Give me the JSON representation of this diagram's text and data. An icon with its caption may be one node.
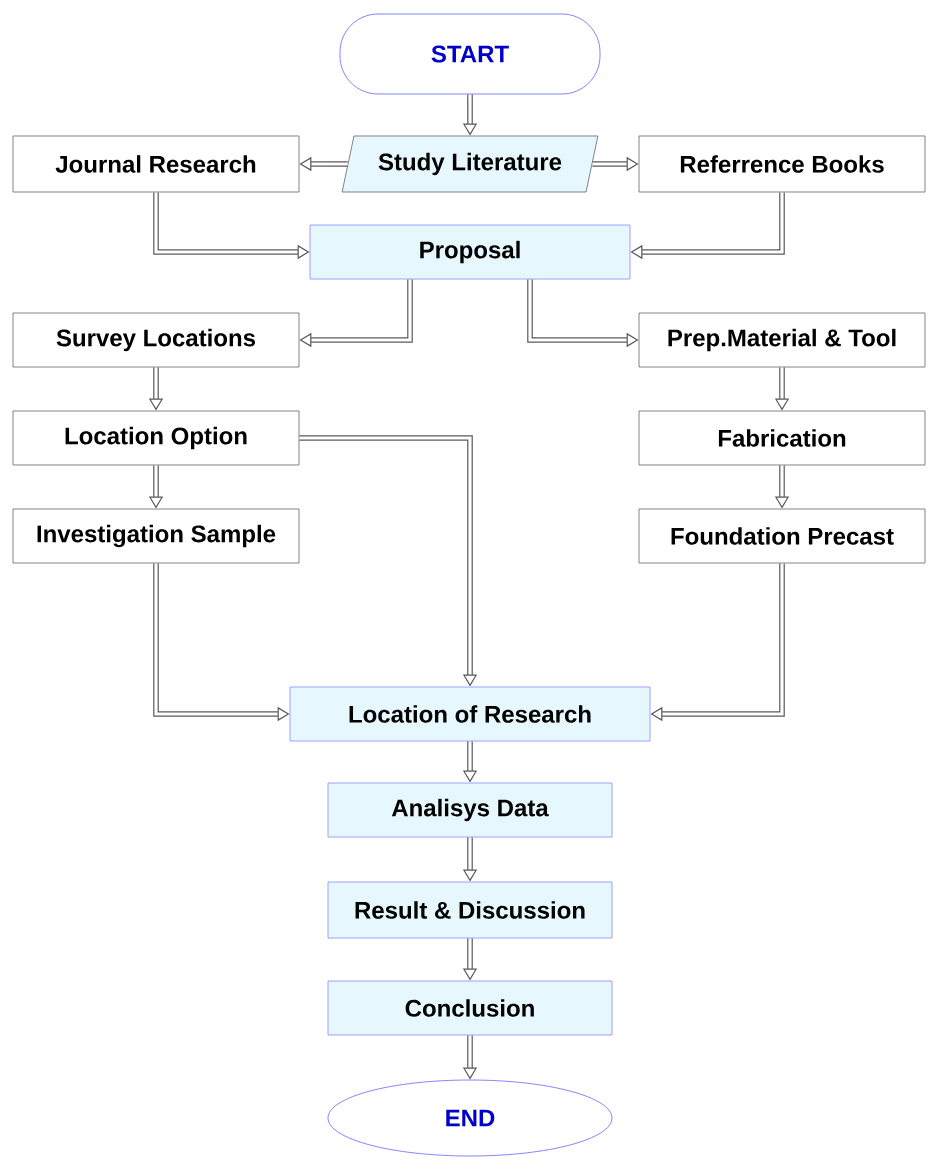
{
  "diagram": {
    "nodes": [
      {
        "text": [
          "START"
        ]
      },
      {
        "text": [
          "Study Literature"
        ]
      },
      {
        "text": [
          "Journal Research"
        ]
      },
      {
        "text": [
          "Referrence Books"
        ]
      },
      {
        "text": [
          "Proposal"
        ]
      },
      {
        "text": [
          "Survey Locations"
        ]
      },
      {
        "text": [
          "Prep.Material & Tool"
        ]
      },
      {
        "text": [
          "Location  Option"
        ]
      },
      {
        "text": [
          "Fabrication"
        ]
      },
      {
        "text": [
          "Investigation Sample"
        ]
      },
      {
        "text": [
          "Foundation Precast"
        ]
      },
      {
        "text": [
          "Location of Research"
        ]
      },
      {
        "text": [
          "Analisys Data"
        ]
      },
      {
        "text": [
          "Result & Discussion"
        ]
      },
      {
        "text": [
          "Conclusion"
        ]
      },
      {
        "text": [
          "END"
        ]
      }
    ],
    "edges": [
      {
        "from": 0,
        "to": 1,
        "arrow": "to"
      },
      {
        "from": 1,
        "to": 2,
        "arrow": "to"
      },
      {
        "from": 1,
        "to": 3,
        "arrow": "to"
      },
      {
        "from": 2,
        "to": 4,
        "arrow": "to"
      },
      {
        "from": 3,
        "to": 4,
        "arrow": "to"
      },
      {
        "from": 4,
        "to": 5,
        "arrow": "to"
      },
      {
        "from": 4,
        "to": 6,
        "arrow": "to"
      },
      {
        "from": 5,
        "to": 7,
        "arrow": "to"
      },
      {
        "from": 7,
        "to": 9,
        "arrow": "to"
      },
      {
        "from": 7,
        "to": 11,
        "arrow": "to"
      },
      {
        "from": 9,
        "to": 11,
        "arrow": "to"
      },
      {
        "from": 6,
        "to": 8,
        "arrow": "to"
      },
      {
        "from": 8,
        "to": 10,
        "arrow": "to"
      },
      {
        "from": 10,
        "to": 11,
        "arrow": "to"
      },
      {
        "from": 11,
        "to": 12,
        "arrow": "to"
      },
      {
        "from": 12,
        "to": 13,
        "arrow": "to"
      },
      {
        "from": 13,
        "to": 14,
        "arrow": "to"
      },
      {
        "from": 14,
        "to": 15,
        "arrow": "to"
      }
    ]
  }
}
